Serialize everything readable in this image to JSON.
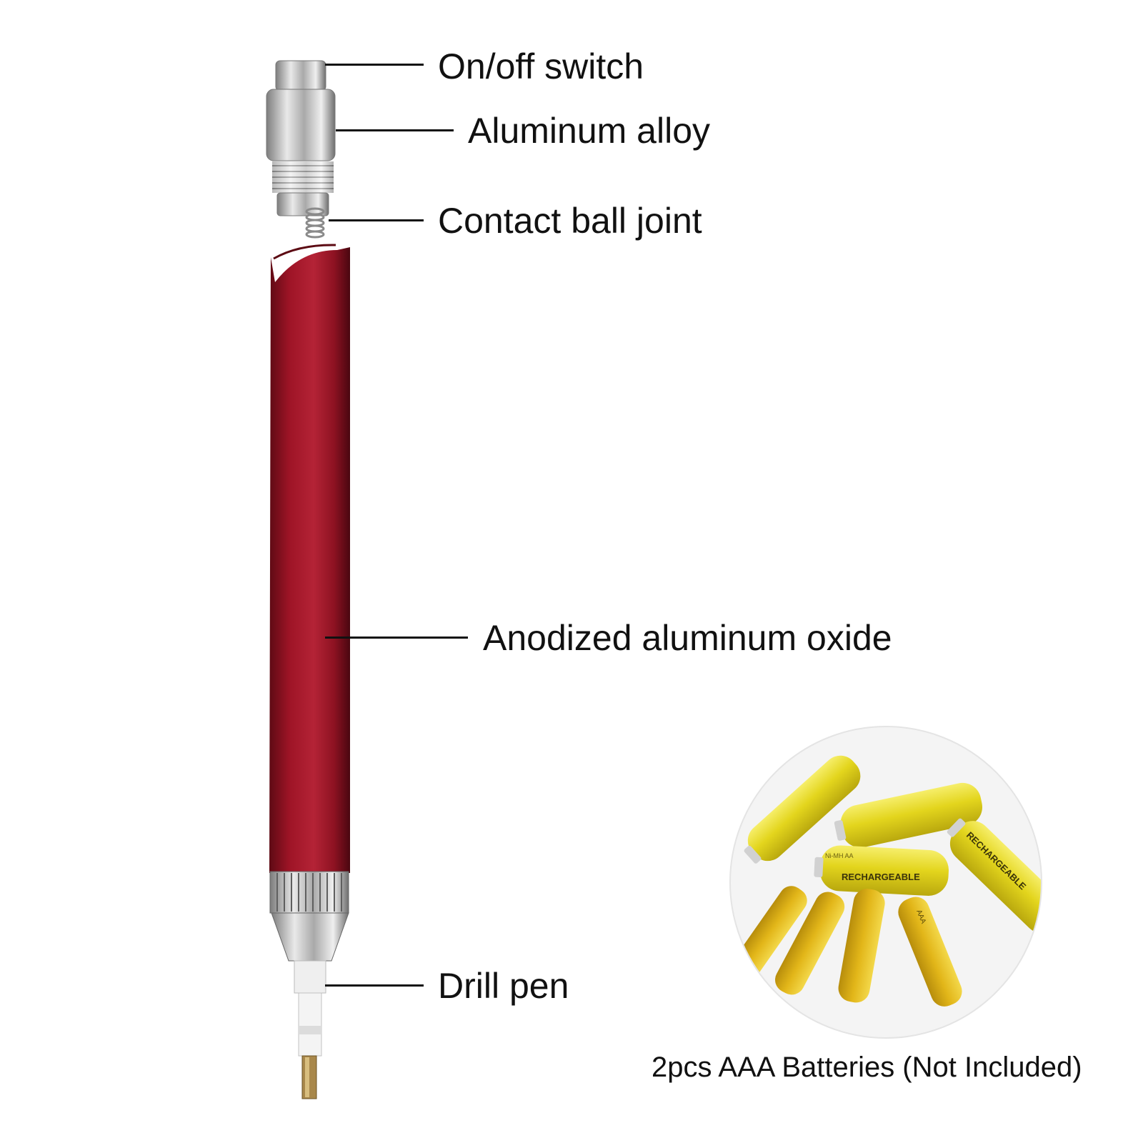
{
  "labels": {
    "on_off_switch": "On/off switch",
    "aluminum_alloy": "Aluminum alloy",
    "contact_ball_joint": "Contact ball joint",
    "anodized_aluminum_oxide": "Anodized aluminum oxide",
    "drill_pen": "Drill pen",
    "batteries_note": "2pcs AAA Batteries (Not Included)"
  },
  "battery_labels": {
    "type_mark": "Ni-MH AA",
    "rechargeable": "RECHARGEABLE",
    "aaa_mark": "AAA"
  },
  "colors": {
    "pen_body": "#a3142a",
    "metal": "#c9c9c9",
    "battery": "#e8dc2a",
    "text": "#111111"
  }
}
